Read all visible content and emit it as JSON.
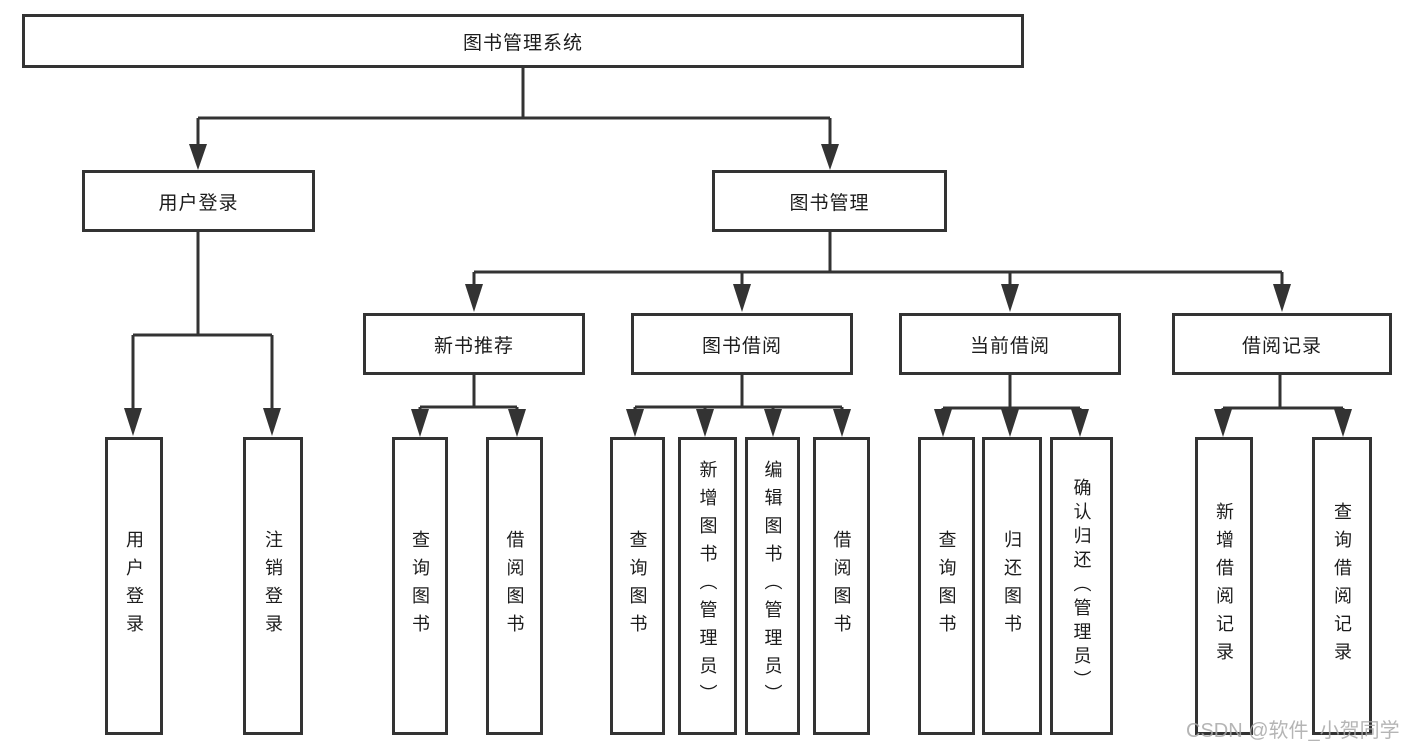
{
  "watermark": "CSDN @软件_小贺同学",
  "colors": {
    "line": "#333333",
    "box_border": "#333333",
    "box_background": "#ffffff",
    "text": "#1c1c1c",
    "watermark": "#a9a9a9"
  },
  "tree": {
    "root": {
      "label": "图书管理系统"
    },
    "branches": [
      {
        "label": "用户登录",
        "children": [
          {
            "label": "用户登录"
          },
          {
            "label": "注销登录"
          }
        ]
      },
      {
        "label": "图书管理",
        "groups": [
          {
            "label": "新书推荐",
            "children": [
              {
                "label": "查询图书"
              },
              {
                "label": "借阅图书"
              }
            ]
          },
          {
            "label": "图书借阅",
            "children": [
              {
                "label": "查询图书"
              },
              {
                "label": "新增图书（管理员）"
              },
              {
                "label": "编辑图书（管理员）"
              },
              {
                "label": "借阅图书"
              }
            ]
          },
          {
            "label": "当前借阅",
            "children": [
              {
                "label": "查询图书"
              },
              {
                "label": "归还图书"
              },
              {
                "label": "确认归还（管理员）"
              }
            ]
          },
          {
            "label": "借阅记录",
            "children": [
              {
                "label": "新增借阅记录"
              },
              {
                "label": "查询借阅记录"
              }
            ]
          }
        ]
      }
    ]
  }
}
